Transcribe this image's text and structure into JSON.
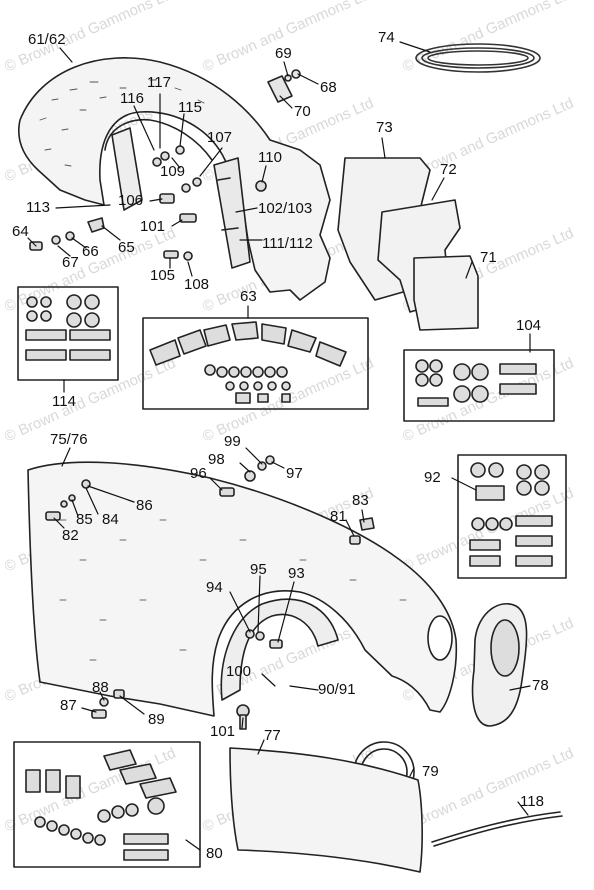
{
  "watermark_text": "© Brown and Gammons Ltd",
  "callouts": [
    {
      "id": "c-61-62",
      "label": "61/62"
    },
    {
      "id": "c-74",
      "label": "74"
    },
    {
      "id": "c-69",
      "label": "69"
    },
    {
      "id": "c-68",
      "label": "68"
    },
    {
      "id": "c-70",
      "label": "70"
    },
    {
      "id": "c-117",
      "label": "117"
    },
    {
      "id": "c-116",
      "label": "116"
    },
    {
      "id": "c-115",
      "label": "115"
    },
    {
      "id": "c-107",
      "label": "107"
    },
    {
      "id": "c-109",
      "label": "109"
    },
    {
      "id": "c-110",
      "label": "110"
    },
    {
      "id": "c-73",
      "label": "73"
    },
    {
      "id": "c-72",
      "label": "72"
    },
    {
      "id": "c-113",
      "label": "113"
    },
    {
      "id": "c-106",
      "label": "106"
    },
    {
      "id": "c-102-103",
      "label": "102/103"
    },
    {
      "id": "c-101a",
      "label": "101"
    },
    {
      "id": "c-64",
      "label": "64"
    },
    {
      "id": "c-66",
      "label": "66"
    },
    {
      "id": "c-65",
      "label": "65"
    },
    {
      "id": "c-67",
      "label": "67"
    },
    {
      "id": "c-111-112",
      "label": "111/112"
    },
    {
      "id": "c-105",
      "label": "105"
    },
    {
      "id": "c-108",
      "label": "108"
    },
    {
      "id": "c-71",
      "label": "71"
    },
    {
      "id": "c-63",
      "label": "63"
    },
    {
      "id": "c-104",
      "label": "104"
    },
    {
      "id": "c-114",
      "label": "114"
    },
    {
      "id": "c-75-76",
      "label": "75/76"
    },
    {
      "id": "c-99",
      "label": "99"
    },
    {
      "id": "c-98",
      "label": "98"
    },
    {
      "id": "c-96",
      "label": "96"
    },
    {
      "id": "c-97",
      "label": "97"
    },
    {
      "id": "c-92",
      "label": "92"
    },
    {
      "id": "c-86",
      "label": "86"
    },
    {
      "id": "c-85",
      "label": "85"
    },
    {
      "id": "c-84",
      "label": "84"
    },
    {
      "id": "c-82",
      "label": "82"
    },
    {
      "id": "c-83",
      "label": "83"
    },
    {
      "id": "c-81",
      "label": "81"
    },
    {
      "id": "c-95",
      "label": "95"
    },
    {
      "id": "c-94",
      "label": "94"
    },
    {
      "id": "c-93",
      "label": "93"
    },
    {
      "id": "c-100",
      "label": "100"
    },
    {
      "id": "c-90-91",
      "label": "90/91"
    },
    {
      "id": "c-78",
      "label": "78"
    },
    {
      "id": "c-88",
      "label": "88"
    },
    {
      "id": "c-87",
      "label": "87"
    },
    {
      "id": "c-89",
      "label": "89"
    },
    {
      "id": "c-101b",
      "label": "101"
    },
    {
      "id": "c-77",
      "label": "77"
    },
    {
      "id": "c-79",
      "label": "79"
    },
    {
      "id": "c-118",
      "label": "118"
    },
    {
      "id": "c-80",
      "label": "80"
    }
  ]
}
